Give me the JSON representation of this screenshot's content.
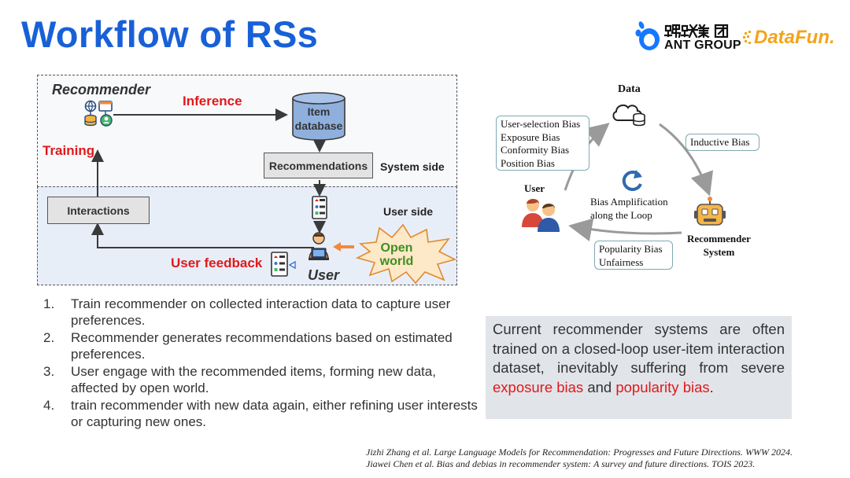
{
  "title": "Workflow of RSs",
  "logos": {
    "ant_cn": "蚂蚁集团",
    "ant_en": "ANT GROUP",
    "datafun": "DataFun."
  },
  "workflow": {
    "recommender_label": "Recommender",
    "inference_label": "Inference",
    "item_database_line1": "Item",
    "item_database_line2": "database",
    "training_label": "Training",
    "recommendations_label": "Recommendations",
    "system_side_label": "System side",
    "interactions_label": "Interactions",
    "user_side_label": "User side",
    "open_world_line1": "Open",
    "open_world_line2": "world",
    "user_feedback_label": "User feedback",
    "user_label": "User"
  },
  "steps": [
    {
      "num": "1.",
      "text": "Train recommender on collected interaction data to capture user preferences."
    },
    {
      "num": "2.",
      "text": "Recommender generates recommendations based on estimated preferences."
    },
    {
      "num": "3.",
      "text": "User engage with the recommended items, forming new data, affected by open world."
    },
    {
      "num": "4.",
      "text": "train recommender with new data again, either refining user interests or capturing new ones."
    }
  ],
  "loop": {
    "data_label": "Data",
    "user_label": "User",
    "recommender_line1": "Recommender",
    "recommender_line2": "System",
    "user_biases": [
      "User-selection Bias",
      "Exposure Bias",
      "Conformity Bias",
      "Position Bias"
    ],
    "inductive_bias": "Inductive Bias",
    "amplification_line1": "Bias Amplification",
    "amplification_line2": "along the Loop",
    "rec_biases": [
      "Popularity Bias",
      "Unfairness"
    ]
  },
  "callout": {
    "part1": "Current recommender systems are often trained on a closed-loop user-item interaction dataset, inevitably suffering from severe ",
    "highlight1": "exposure bias",
    "part2": " and ",
    "highlight2": "popularity bias",
    "part3": "."
  },
  "citations": [
    "Jizhi Zhang et al. Large Language Models for Recommendation: Progresses and Future Directions. WWW 2024.",
    "Jiawei Chen et al. Bias and debias in recommender system: A survey and future directions. TOIS 2023."
  ],
  "colors": {
    "title_blue": "#1860d8",
    "accent_red": "#e0191b",
    "datafun_orange": "#f3a41a",
    "database_blue": "#8fb0dd",
    "open_world_green": "#3e8f1e",
    "loop_gray": "#9a9a9a"
  }
}
